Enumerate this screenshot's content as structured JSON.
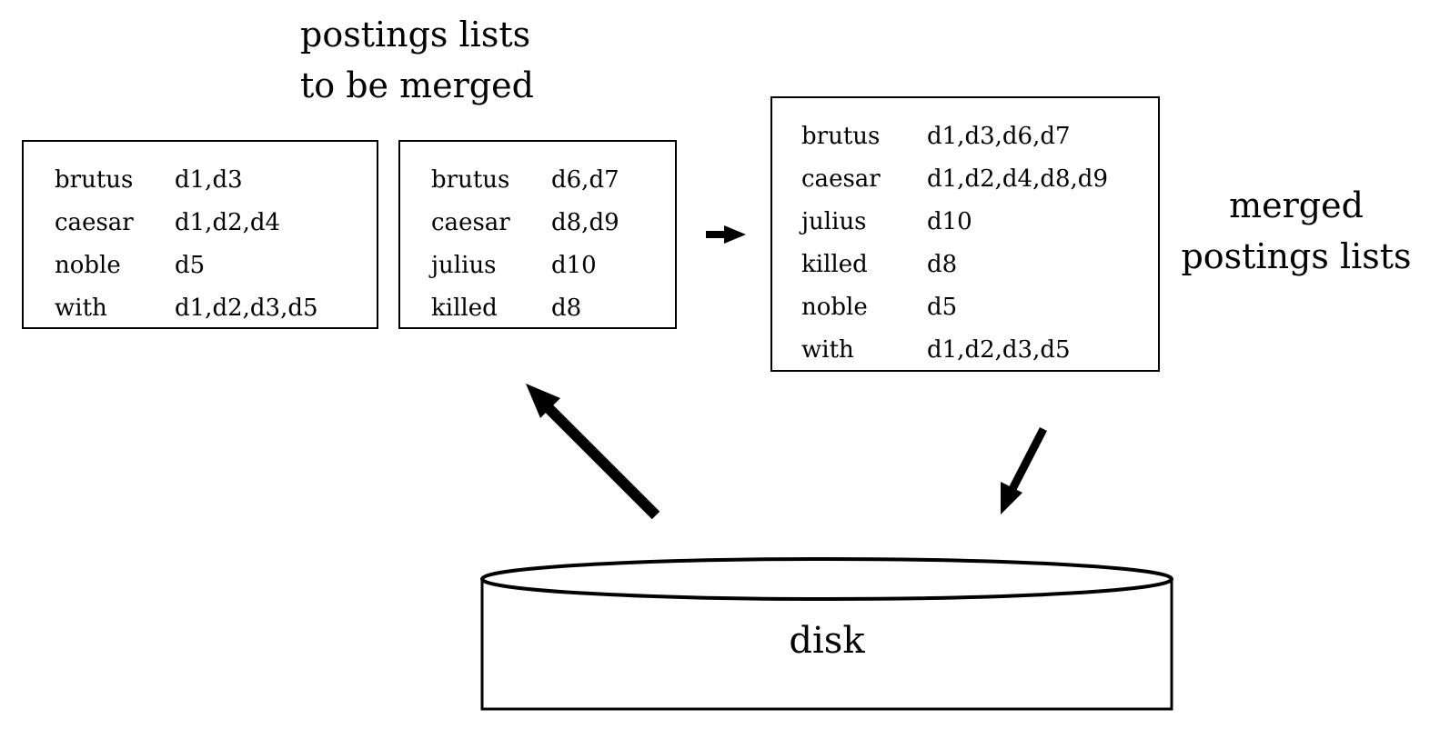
{
  "captions": {
    "to_merge": [
      "postings lists",
      "to be merged"
    ],
    "merged": [
      "merged",
      "postings lists"
    ]
  },
  "lists": {
    "a": [
      {
        "term": "brutus",
        "postings": "d1,d3"
      },
      {
        "term": "caesar",
        "postings": "d1,d2,d4"
      },
      {
        "term": "noble",
        "postings": "d5"
      },
      {
        "term": "with",
        "postings": "d1,d2,d3,d5"
      }
    ],
    "b": [
      {
        "term": "brutus",
        "postings": "d6,d7"
      },
      {
        "term": "caesar",
        "postings": "d8,d9"
      },
      {
        "term": "julius",
        "postings": "d10"
      },
      {
        "term": "killed",
        "postings": "d8"
      }
    ],
    "merged": [
      {
        "term": "brutus",
        "postings": "d1,d3,d6,d7"
      },
      {
        "term": "caesar",
        "postings": "d1,d2,d4,d8,d9"
      },
      {
        "term": "julius",
        "postings": "d10"
      },
      {
        "term": "killed",
        "postings": "d8"
      },
      {
        "term": "noble",
        "postings": "d5"
      },
      {
        "term": "with",
        "postings": "d1,d2,d3,d5"
      }
    ]
  },
  "disk": {
    "label": "disk"
  }
}
